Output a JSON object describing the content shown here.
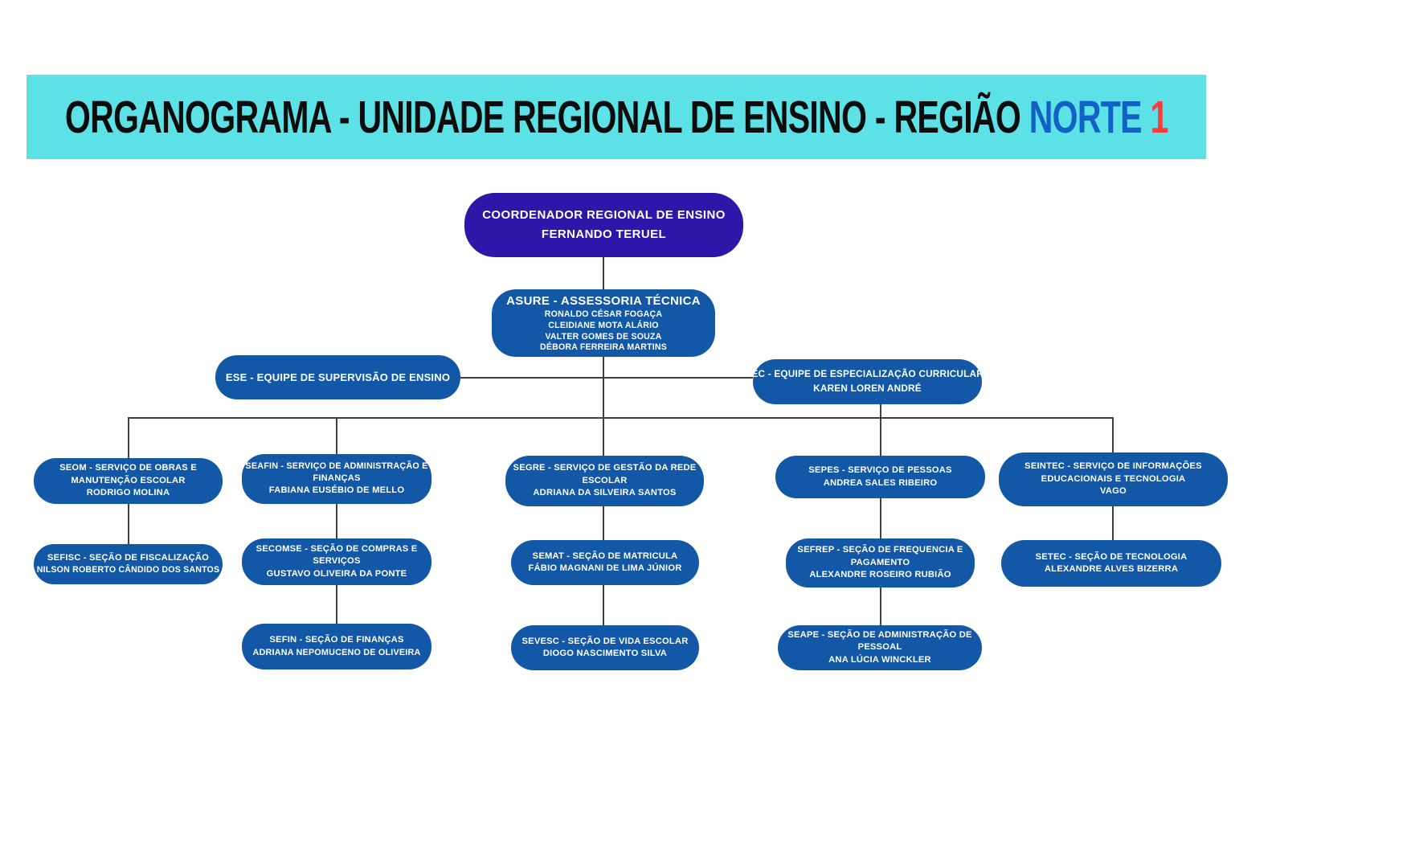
{
  "header": {
    "title_main": "ORGANOGRAMA - UNIDADE REGIONAL DE ENSINO - REGIÃO ",
    "title_region": "NORTE ",
    "title_number": "1"
  },
  "colors": {
    "band_cyan": "#5ce1e6",
    "region_blue": "#1261c4",
    "number_red": "#fa3c3c",
    "node_blue": "#1258a7",
    "root_indigo": "#2c17a9",
    "connector_gray": "#3f3f3f"
  },
  "nodes": {
    "coordinator": {
      "lines": [
        "COORDENADOR REGIONAL DE ENSINO",
        "FERNANDO TERUEL"
      ]
    },
    "asure": {
      "title": "ASURE - ASSESSORIA TÉCNICA",
      "members": [
        "RONALDO CÉSAR FOGAÇA",
        "CLEIDIANE MOTA ALÁRIO",
        "VALTER GOMES DE SOUZA",
        "DÉBORA FERREIRA MARTINS"
      ]
    },
    "ese": {
      "lines": [
        "ESE - EQUIPE DE SUPERVISÃO DE ENSINO"
      ]
    },
    "eec": {
      "lines": [
        "EEC - EQUIPE DE ESPECIALIZAÇÃO CURRICULAR -",
        "KAREN LOREN ANDRÉ"
      ]
    },
    "seom": {
      "lines": [
        "SEOM - SERVIÇO DE OBRAS E",
        "MANUTENÇÃO ESCOLAR",
        "RODRIGO MOLINA"
      ]
    },
    "sefisc": {
      "lines": [
        "SEFISC - SEÇÃO DE FISCALIZAÇÃO",
        "NILSON ROBERTO CÂNDIDO DOS SANTOS"
      ]
    },
    "seafin": {
      "lines": [
        "SEAFIN - SERVIÇO DE ADMINISTRAÇÃO E",
        "FINANÇAS",
        "FABIANA EUSÉBIO DE MELLO"
      ]
    },
    "secomse": {
      "lines": [
        "SECOMSE - SEÇÃO DE COMPRAS E",
        "SERVIÇOS",
        "GUSTAVO OLIVEIRA DA PONTE"
      ]
    },
    "sefin": {
      "lines": [
        "SEFIN - SEÇÃO DE FINANÇAS",
        "ADRIANA NEPOMUCENO DE OLIVEIRA"
      ]
    },
    "segre": {
      "lines": [
        "SEGRE - SERVIÇO DE GESTÃO DA REDE",
        "ESCOLAR",
        "ADRIANA DA SILVEIRA SANTOS"
      ]
    },
    "semat": {
      "lines": [
        "SEMAT - SEÇÃO DE MATRICULA",
        "FÁBIO MAGNANI DE LIMA JÚNIOR"
      ]
    },
    "sevesc": {
      "lines": [
        "SEVESC - SEÇÃO DE VIDA ESCOLAR",
        "DIOGO NASCIMENTO SILVA"
      ]
    },
    "sepes": {
      "lines": [
        "SEPES - SERVIÇO DE PESSOAS",
        "ANDREA SALES RIBEIRO"
      ]
    },
    "sefrep": {
      "lines": [
        "SEFREP - SEÇÃO DE FREQUENCIA E",
        "PAGAMENTO",
        "ALEXANDRE ROSEIRO RUBIÃO"
      ]
    },
    "seape": {
      "lines": [
        "SEAPE - SEÇÃO DE ADMINISTRAÇÃO DE",
        "PESSOAL",
        "ANA LÚCIA WINCKLER"
      ]
    },
    "seintec": {
      "lines": [
        "SEINTEC - SERVIÇO DE INFORMAÇÕES",
        "EDUCACIONAIS E TECNOLOGIA",
        "VAGO"
      ]
    },
    "setec": {
      "lines": [
        "SETEC - SEÇÃO DE TECNOLOGIA",
        "ALEXANDRE ALVES BIZERRA"
      ]
    }
  }
}
